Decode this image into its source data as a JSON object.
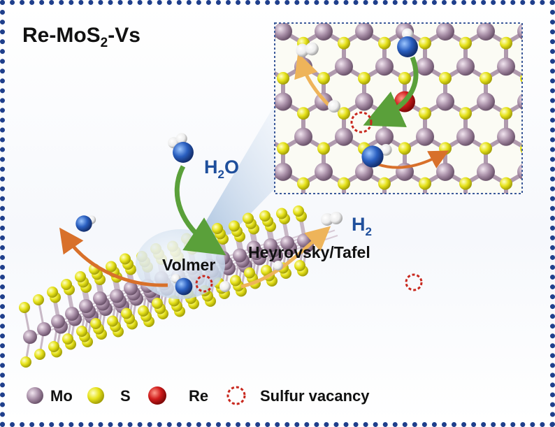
{
  "title": {
    "main": "Re-MoS",
    "sub": "2",
    "suffix": "-Vs"
  },
  "labels": {
    "h2o_main": "H",
    "h2o_sub": "2",
    "h2o_end": "O",
    "h2_main": "H",
    "h2_sub": "2",
    "volmer": "Volmer",
    "heyrovsky": "Heyrovsky/Tafel"
  },
  "legend": [
    {
      "key": "mo",
      "label": "Mo",
      "color": "#a48aa3"
    },
    {
      "key": "s",
      "label": "S",
      "color": "#e6e21a"
    },
    {
      "key": "re",
      "label": "Re",
      "color": "#d01c1c"
    },
    {
      "key": "vacancy",
      "label": "Sulfur vacancy",
      "color": "#c8281e"
    }
  ],
  "colors": {
    "mo": "#a48aa3",
    "s": "#e6e21a",
    "re": "#d01c1c",
    "oxygen": "#2a5fc0",
    "hydrogen": "#f2f2f2",
    "frame": "#1f3f8c",
    "arrow_green": "#5aa03a",
    "arrow_orange": "#d8702a",
    "arrow_light_orange": "#eeb45a",
    "label_blue": "#1f4f9c"
  }
}
